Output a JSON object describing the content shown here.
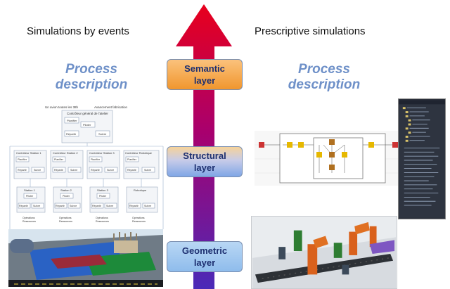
{
  "headings": {
    "left": "Simulations by events",
    "right": "Prescriptive simulations"
  },
  "process_left": [
    "Process",
    "description"
  ],
  "process_right": [
    "Process",
    "description"
  ],
  "layers": {
    "semantic": [
      "Semantic",
      "layer"
    ],
    "structural": [
      "Structural",
      "layer"
    ],
    "geometric": [
      "Geometric",
      "layer"
    ]
  },
  "colors": {
    "arrow_top": "#e8001c",
    "arrow_bottom": "#4a2ab8",
    "process_text": "#6e90c8",
    "layer_text": "#1d2f70"
  },
  "flowchart": {
    "caption_left": "Un avion toutes les 38h",
    "caption_right": "Avancement fabrication",
    "top_title": "Contrôleur général de l'atelier",
    "top_boxes": [
      "Planifier",
      "Piloter",
      "Répartir",
      "Suivre"
    ],
    "station_titles": [
      "Contrôleur Station 1",
      "Contrôleur Station 2",
      "Contrôleur Station 3",
      "Contrôleur Robotique"
    ],
    "station_boxes": [
      "Planifier",
      "Répartir",
      "Suivre"
    ],
    "bottom_titles": [
      "Station 1",
      "Station 2",
      "Station 3",
      "Robotique"
    ],
    "bottom_boxes": [
      "Piloter",
      "Répartir",
      "Suivre"
    ],
    "footer": [
      "Opérations",
      "Ressources"
    ]
  }
}
